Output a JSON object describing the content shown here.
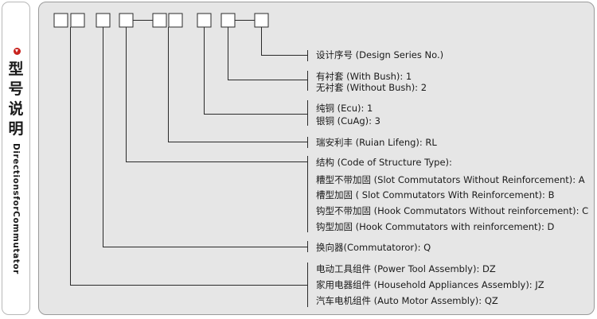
{
  "sidebar": {
    "title_chars": [
      "型",
      "号",
      "说",
      "明"
    ],
    "subtitle": "DirectionsforCommutator"
  },
  "diagram": {
    "labels": {
      "design_series": "设计序号 (Design Series No.)",
      "with_bush": "有衬套 (With Bush): 1",
      "without_bush": "无衬套 (Without Bush): 2",
      "ecu": "纯铜 (Ecu): 1",
      "cuag": "银铜 (CuAg): 3",
      "ruian": "瑞安利丰 (Ruian Lifeng): RL",
      "structure_title": "结构 (Code of Structure Type):",
      "structure_a": "糟型不带加固 (Slot Commutators Without Reinforcement): A",
      "structure_b": "槽型加固 ( Slot Commutators With Reinforcement): B",
      "structure_c": "钩型不带加固 (Hook Commutators Without reinforcement): C",
      "structure_d": "钩型加固 (Hook Commutators with reinforcement): D",
      "commutator": "换向器(Commutatoror): Q",
      "power_tool": "电动工具组件 (Power Tool Assembly): DZ",
      "household": "家用电器组件 (Household Appliances Assembly): JZ",
      "auto_motor": "汽车电机组件 (Auto Motor Assembly): QZ"
    }
  }
}
